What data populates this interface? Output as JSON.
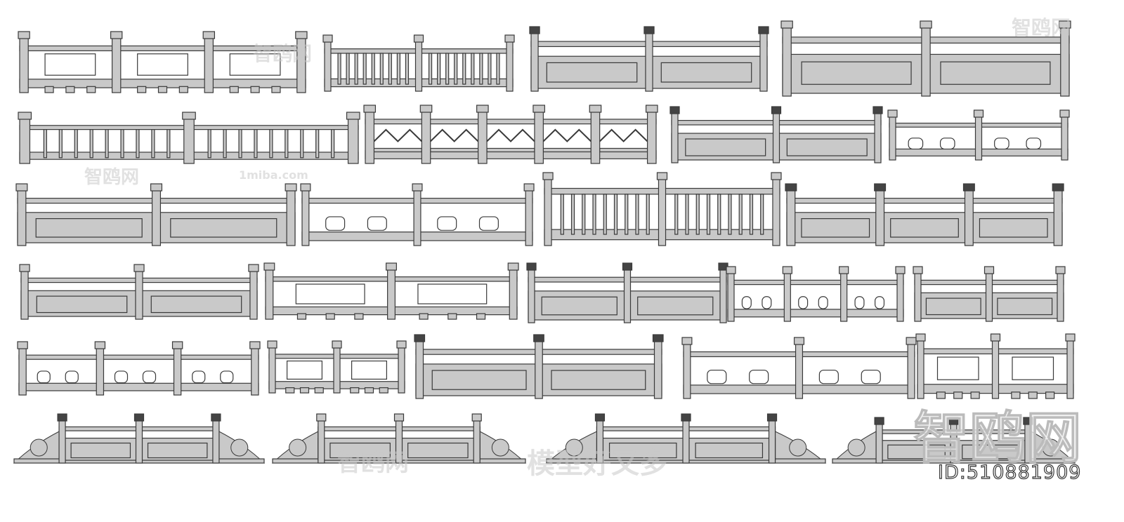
{
  "colors": {
    "stone": "#c9c9c9",
    "outline": "#3a3a3a",
    "background": "#ffffff"
  },
  "watermarks": {
    "brand": "智鸥网",
    "site": "1miba.com",
    "slogan": "模型好又多"
  },
  "id_label": "ID:510881909"
}
